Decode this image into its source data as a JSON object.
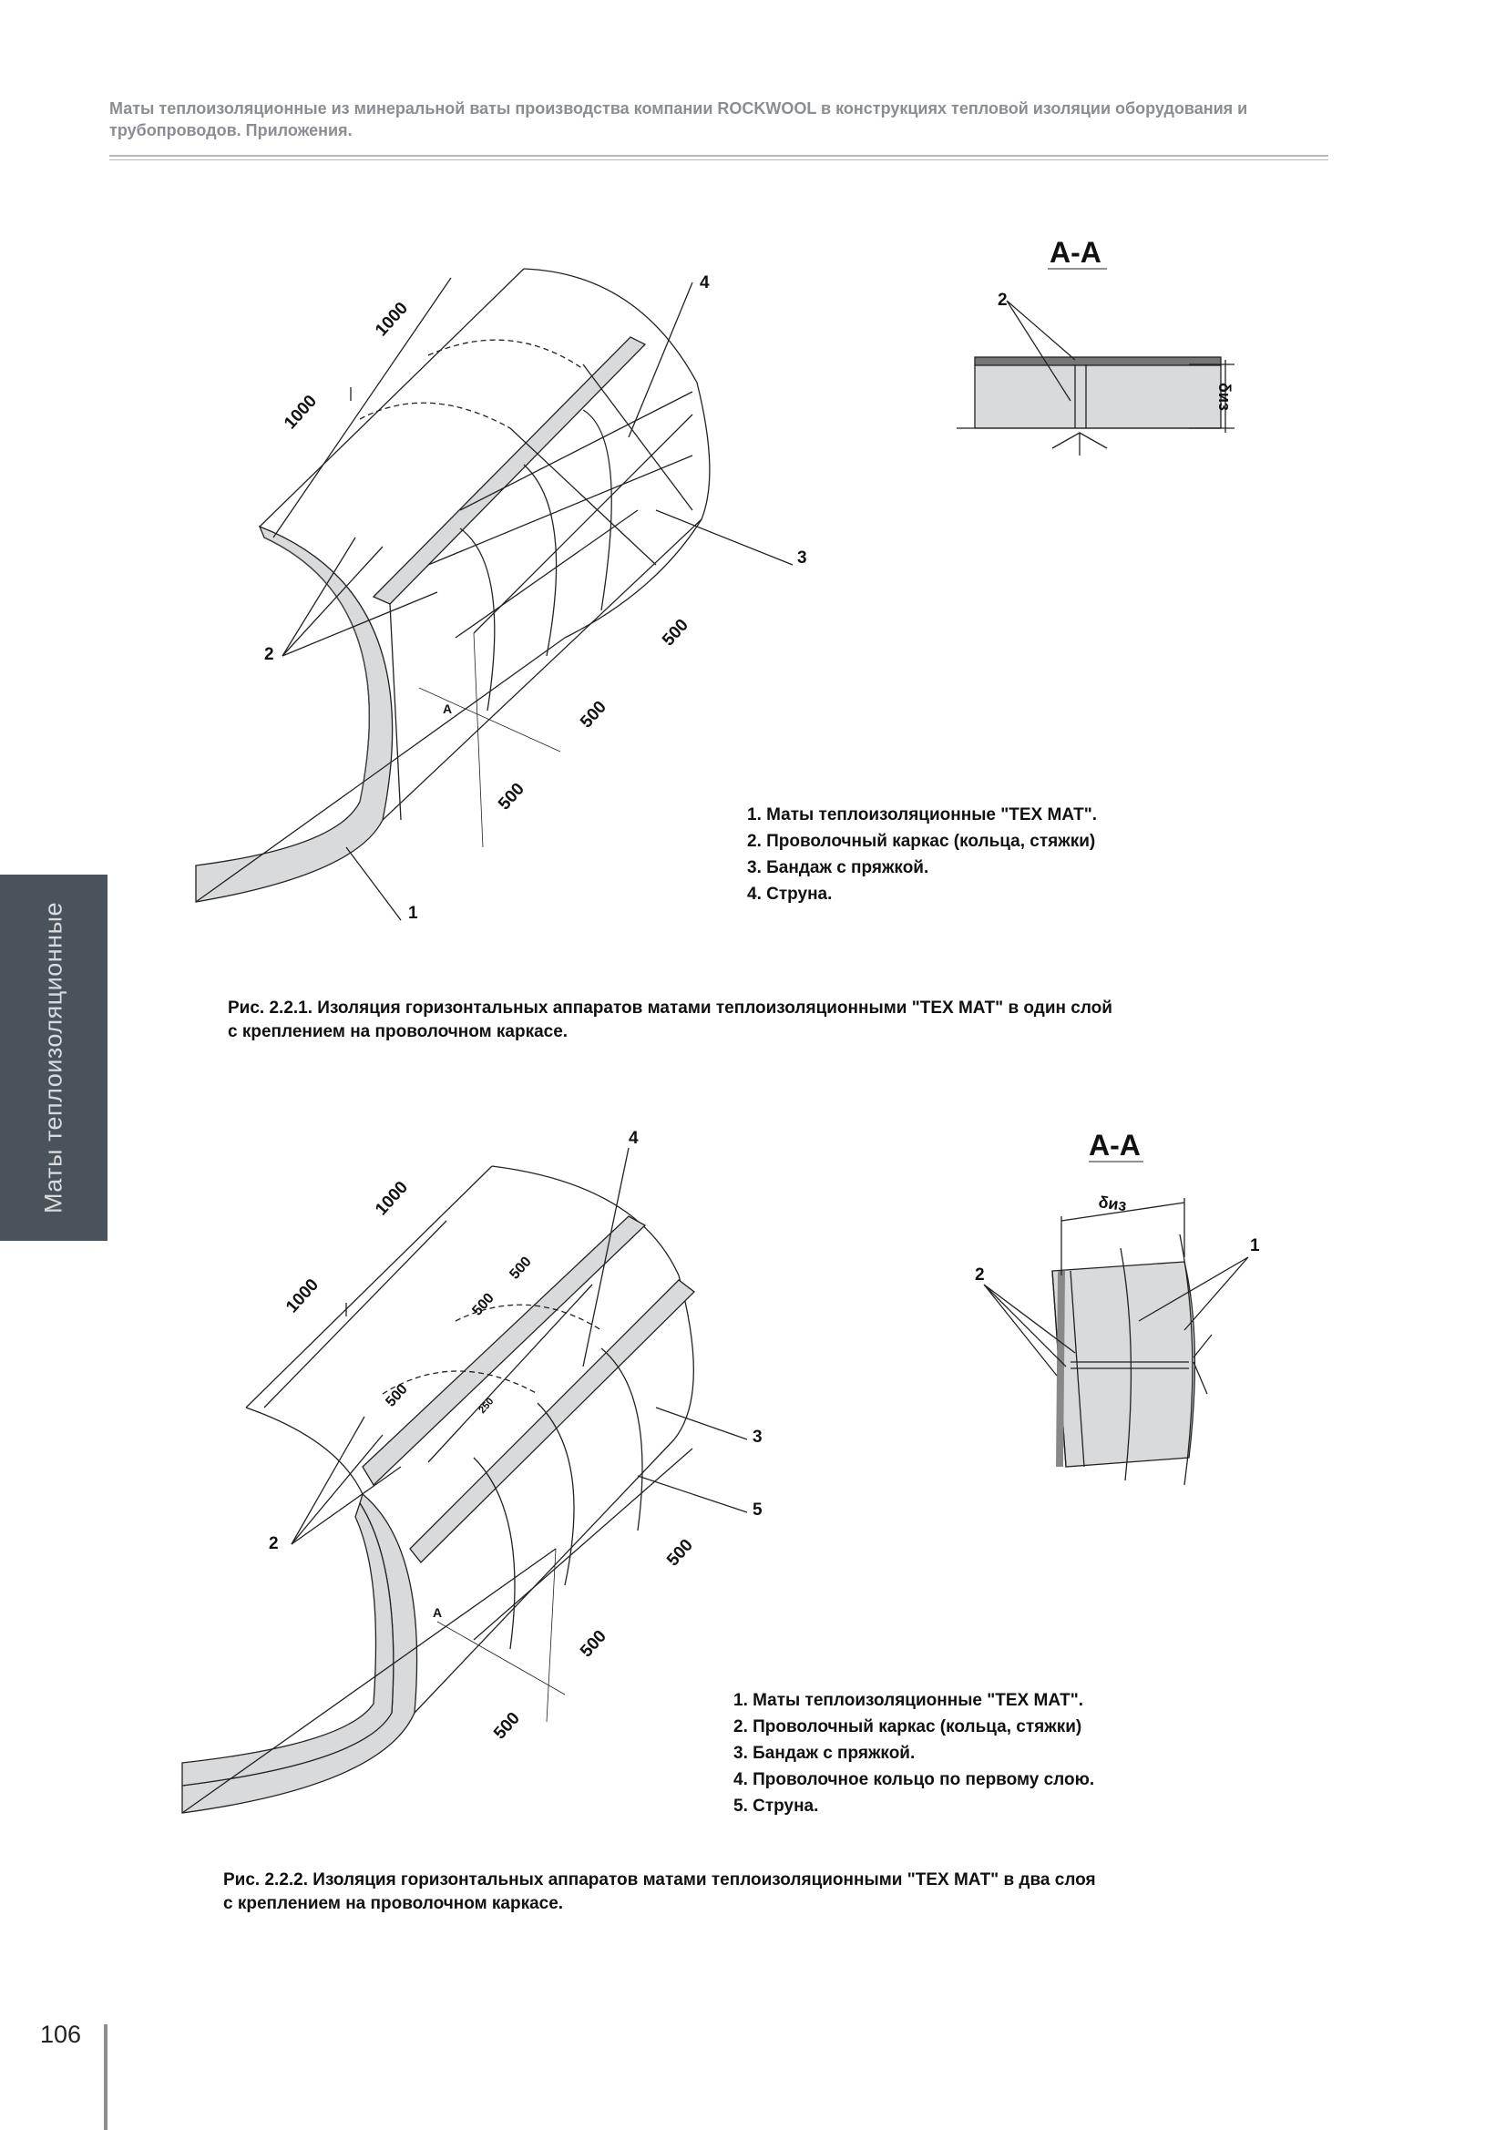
{
  "header": {
    "text": "Маты теплоизоляционные из минеральной ваты производства компании ROCKWOOL в конструкциях тепловой изоляции оборудования и трубопроводов. Приложения."
  },
  "side_tab": {
    "label": "Маты теплоизоляционные"
  },
  "figure1": {
    "section_label": "А-А",
    "callouts": [
      "1",
      "2",
      "3",
      "4"
    ],
    "dim_labels": [
      "1000",
      "1000",
      "500",
      "500",
      "500"
    ],
    "section_mark": "А",
    "delta_label": "δиз",
    "legend": [
      "1. Маты теплоизоляционные \"ТЕХ МАТ\".",
      "2. Проволочный каркас (кольца, стяжки)",
      "3. Бандаж с пряжкой.",
      "4. Струна."
    ],
    "caption_line1": "Рис. 2.2.1. Изоляция горизонтальных аппаратов матами теплоизоляционными \"ТЕХ МАТ\" в один слой",
    "caption_line2": "с креплением на проволочном каркасе."
  },
  "figure2": {
    "section_label": "А-А",
    "callouts": [
      "1",
      "2",
      "3",
      "4",
      "5"
    ],
    "dim_labels": [
      "1000",
      "1000",
      "500",
      "500",
      "500",
      "500",
      "500",
      "500",
      "250"
    ],
    "section_mark": "А",
    "delta_label": "δиз",
    "legend": [
      "1. Маты теплоизоляционные \"ТЕХ МАТ\".",
      "2. Проволочный каркас (кольца, стяжки)",
      "3. Бандаж с пряжкой.",
      "4. Проволочное кольцо по первому слою.",
      "5. Струна."
    ],
    "caption_line1": "Рис. 2.2.2. Изоляция горизонтальных аппаратов матами теплоизоляционными \"ТЕХ МАТ\" в два слоя",
    "caption_line2": "с креплением на проволочном каркасе."
  },
  "footer": {
    "page_number": "106"
  },
  "colors": {
    "header_gray": "#8a8e92",
    "tab_bg": "#4a535a",
    "mat_fill": "#d9dadb"
  }
}
